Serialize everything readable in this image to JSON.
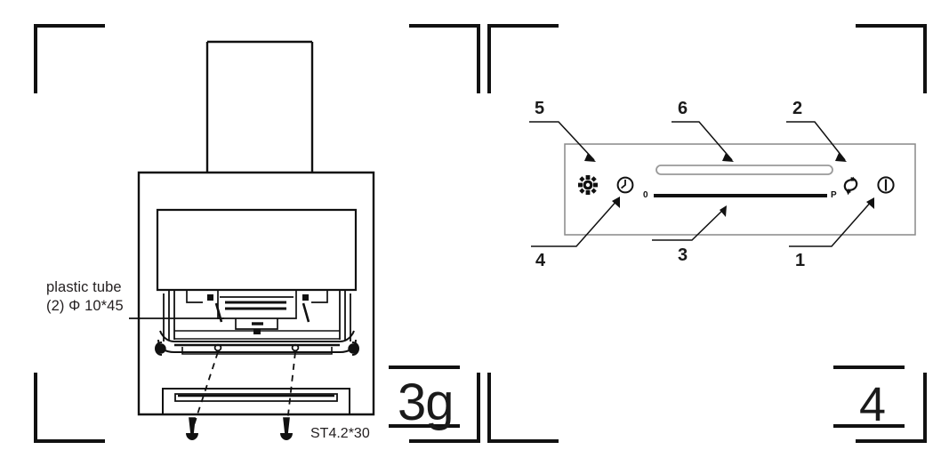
{
  "document": {
    "type": "technical-drawing",
    "subject": "range-hood-installation-manual",
    "background_color": "#ffffff",
    "line_color": "#111111"
  },
  "left_page": {
    "page_number": "3g",
    "figure_name": "range-hood-front-view",
    "callouts": [
      {
        "id": "plastic-tube",
        "line1": "plastic tube",
        "line2": "(2) Φ 10*45"
      },
      {
        "id": "screw-spec",
        "text": "ST4.2*30"
      }
    ]
  },
  "right_page": {
    "page_number": "4",
    "figure_name": "control-panel-front-view",
    "slider": {
      "min_label": "0",
      "max_label": "P"
    },
    "icons": [
      {
        "name": "light-icon",
        "glyph": "light"
      },
      {
        "name": "timer-icon",
        "glyph": "clock"
      },
      {
        "name": "fan-icon",
        "glyph": "rotate"
      },
      {
        "name": "power-icon",
        "glyph": "power"
      }
    ],
    "callout_numbers_top": [
      {
        "id": "callout-5",
        "label": "5"
      },
      {
        "id": "callout-6",
        "label": "6"
      },
      {
        "id": "callout-2",
        "label": "2"
      }
    ],
    "callout_numbers_bottom": [
      {
        "id": "callout-4",
        "label": "4"
      },
      {
        "id": "callout-3",
        "label": "3"
      },
      {
        "id": "callout-1",
        "label": "1"
      }
    ]
  }
}
